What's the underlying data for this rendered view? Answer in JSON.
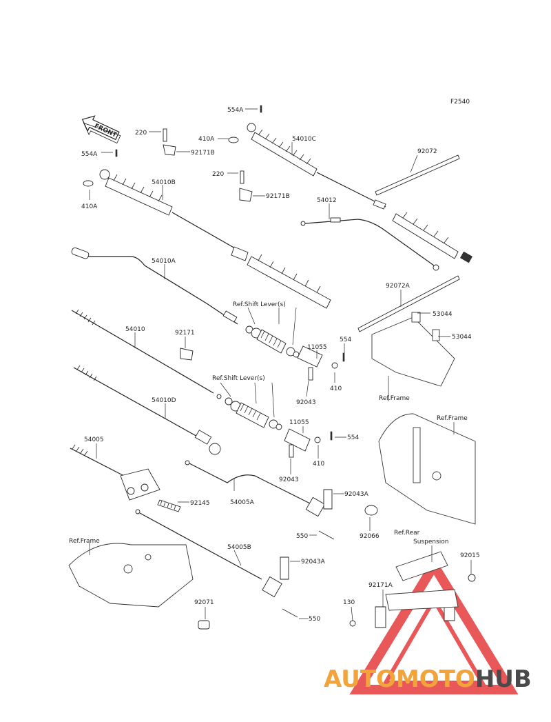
{
  "figure_code": "F2540",
  "front_arrow": "FRONT",
  "callouts": {
    "c554A_top": "554A",
    "c554A_left": "554A",
    "c220_a": "220",
    "c220_b": "220",
    "c410A_top": "410A",
    "c410A_left": "410A",
    "c92171B_a": "92171B",
    "c92171B_b": "92171B",
    "c54010C": "54010C",
    "c54010B": "54010B",
    "c54010A": "54010A",
    "c54010": "54010",
    "c54010D": "54010D",
    "c54012": "54012",
    "c92072": "92072",
    "c92072A": "92072A",
    "c53044_a": "53044",
    "c53044_b": "53044",
    "c11055_a": "11055",
    "c11055_b": "11055",
    "c554_a": "554",
    "c554_b": "554",
    "c410_a": "410",
    "c410_b": "410",
    "c92043_a": "92043",
    "c92043_b": "92043",
    "c92171": "92171",
    "c54005": "54005",
    "c54005A": "54005A",
    "c54005B": "54005B",
    "c92145": "92145",
    "c92043A_a": "92043A",
    "c92043A_b": "92043A",
    "c550_a": "550",
    "c550_b": "550",
    "c92066": "92066",
    "c92071": "92071",
    "c92015": "92015",
    "c92171A": "92171A",
    "c130": "130"
  },
  "references": {
    "shift_lever_1": "Ref.Shift Lever(s)",
    "shift_lever_2": "Ref.Shift Lever(s)",
    "frame_right_1": "Ref.Frame",
    "frame_right_2": "Ref.Frame",
    "frame_left": "Ref.Frame",
    "rear_suspension_1": "Ref.Rear",
    "rear_suspension_2": "Suspension"
  },
  "watermark": {
    "part1": "AUTOMOTO",
    "part2": "HUB",
    "color1": "#f2a33a",
    "color2": "#4a4a4a",
    "triangle_color": "#e63b3b"
  }
}
